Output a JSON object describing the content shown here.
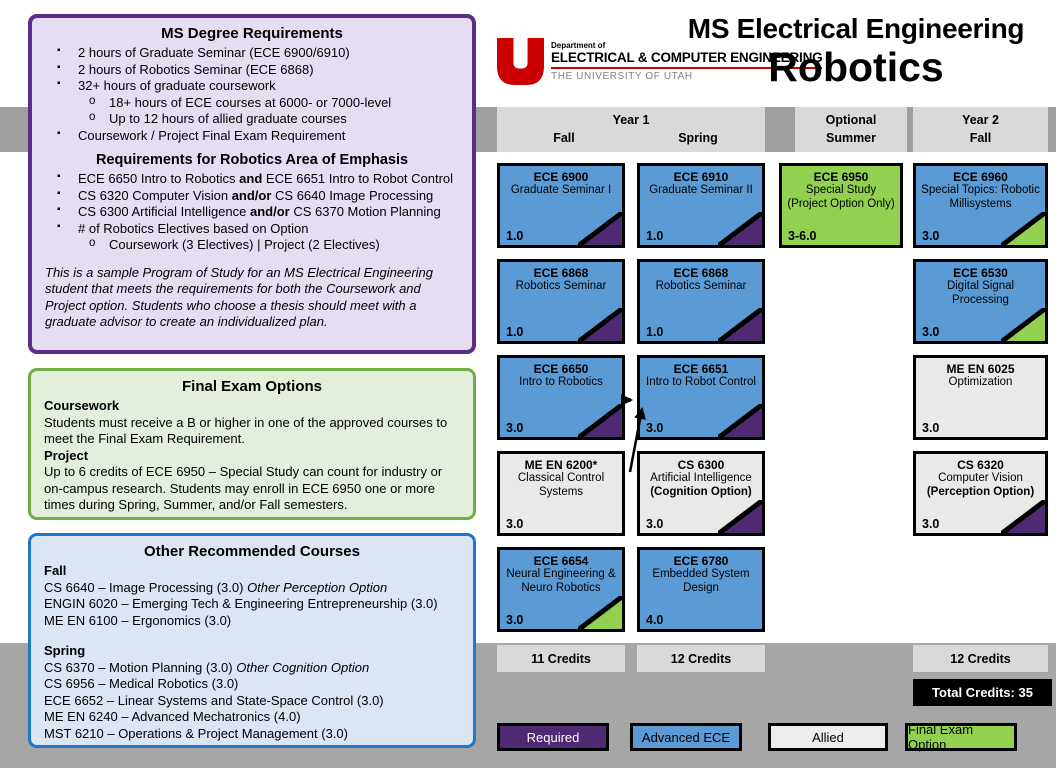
{
  "title": {
    "line1": "MS Electrical Engineering",
    "line2": "Robotics"
  },
  "logo": {
    "department_of": "Department of",
    "dept": "ELECTRICAL & COMPUTER ENGINEERING",
    "university": "THE UNIVERSITY OF UTAH"
  },
  "degree_box": {
    "title": "MS Degree Requirements",
    "items": [
      {
        "text": "2 hours of Graduate Seminar (ECE 6900/6910)"
      },
      {
        "text": "2 hours of Robotics Seminar (ECE 6868)"
      },
      {
        "text": "32+ hours of graduate coursework"
      },
      {
        "text": "18+ hours of ECE courses at 6000- or 7000-level"
      },
      {
        "text": "Up to 12 hours of allied graduate courses"
      },
      {
        "text": "Coursework / Project Final Exam Requirement"
      }
    ],
    "subtitle": "Requirements for Robotics Area of Emphasis",
    "items2": [
      {
        "pre": "ECE 6650 Intro to Robotics ",
        "bold": "and",
        "post": " ECE 6651 Intro to Robot Control"
      },
      {
        "pre": "CS 6320 Computer Vision ",
        "bold": "and/or",
        "post": " CS 6640 Image Processing"
      },
      {
        "pre": "CS 6300 Artificial Intelligence ",
        "bold": "and/or",
        "post": " CS 6370 Motion Planning"
      },
      {
        "pre": "# of Robotics Electives based on Option"
      },
      {
        "pre": "Coursework (3 Electives) | Project (2 Electives)"
      }
    ],
    "note": "This is a sample Program of Study for an MS Electrical Engineering student that meets the requirements for both the Coursework and Project option. Students who choose a thesis should meet with a graduate advisor to create an individualized plan."
  },
  "final_exam_box": {
    "title": "Final Exam Options",
    "coursework_label": "Coursework",
    "coursework_text": "Students must receive a B or higher in one of the approved courses to meet the Final Exam Requirement.",
    "project_label": "Project",
    "project_text": "Up to 6 credits of ECE 6950 – Special Study can count for industry or on-campus research. Students may enroll in ECE 6950 one or more times during Spring, Summer, and/or Fall semesters."
  },
  "other_courses_box": {
    "title": "Other Recommended Courses",
    "fall_label": "Fall",
    "fall": [
      {
        "text": "CS 6640 – Image Processing (3.0) ",
        "italic": "Other Perception Option"
      },
      {
        "text": "ENGIN 6020 – Emerging Tech & Engineering Entrepreneurship (3.0)"
      },
      {
        "text": "ME EN 6100 – Ergonomics (3.0)"
      }
    ],
    "spring_label": "Spring",
    "spring": [
      {
        "text": "CS 6370 – Motion Planning (3.0) ",
        "italic": "Other Cognition Option"
      },
      {
        "text": "CS 6956 – Medical Robotics (3.0)"
      },
      {
        "text": "ECE 6652 – Linear Systems and State-Space Control (3.0)"
      },
      {
        "text": "ME EN 6240 – Advanced Mechatronics (4.0)"
      },
      {
        "text": "MST 6210 – Operations & Project Management (3.0)"
      }
    ]
  },
  "grid": {
    "headers": [
      {
        "top": "Year 1",
        "cols": [
          "Fall",
          "Spring"
        ]
      },
      {
        "top": "Optional",
        "cols": [
          "Summer"
        ]
      },
      {
        "top": "Year 2",
        "cols": [
          "Fall"
        ]
      }
    ],
    "columns": {
      "fall1": [
        {
          "code": "ECE 6900",
          "name": "Graduate Seminar I",
          "credits": "1.0"
        },
        {
          "code": "ECE 6868",
          "name": "Robotics Seminar",
          "credits": "1.0"
        },
        {
          "code": "ECE 6650",
          "name": "Intro to Robotics",
          "credits": "3.0"
        },
        {
          "code": "ME EN 6200*",
          "name": "Classical Control Systems",
          "credits": "3.0"
        },
        {
          "code": "ECE 6654",
          "name": "Neural Engineering & Neuro Robotics",
          "credits": "3.0"
        }
      ],
      "spring1": [
        {
          "code": "ECE 6910",
          "name": "Graduate Seminar II",
          "credits": "1.0"
        },
        {
          "code": "ECE 6868",
          "name": "Robotics Seminar",
          "credits": "1.0"
        },
        {
          "code": "ECE 6651",
          "name": "Intro to Robot Control",
          "credits": "3.0"
        },
        {
          "code": "CS 6300",
          "name": "Artificial Intelligence",
          "name_bold": "(Cognition Option)",
          "credits": "3.0"
        },
        {
          "code": "ECE 6780",
          "name": "Embedded System Design",
          "credits": "4.0"
        }
      ],
      "summer": [
        {
          "code": "ECE 6950",
          "name": "Special Study",
          "name2": "(Project Option Only)",
          "credits": "3-6.0"
        }
      ],
      "fall2": [
        {
          "code": "ECE 6960",
          "name": "Special Topics: Robotic Millisystems",
          "credits": "3.0"
        },
        {
          "code": "ECE 6530",
          "name": "Digital Signal Processing",
          "credits": "3.0"
        },
        {
          "code": "ME EN 6025",
          "name": "Optimization",
          "credits": "3.0"
        },
        {
          "code": "CS 6320",
          "name": "Computer Vision",
          "name_bold": "(Perception Option)",
          "credits": "3.0"
        }
      ]
    },
    "credits_row": [
      "11 Credits",
      "12 Credits",
      "12 Credits"
    ],
    "total": "Total Credits: 35"
  },
  "legend": [
    {
      "label": "Required"
    },
    {
      "label": "Advanced ECE"
    },
    {
      "label": "Allied"
    },
    {
      "label": "Final Exam Option"
    }
  ],
  "colors": {
    "required_purple": "#4f2a72",
    "advanced_blue": "#5b9bd5",
    "allied_gray": "#e9e9e9",
    "final_exam_green": "#92d050",
    "band_gray": "#a6a6a6",
    "header_gray": "#d9d9d9",
    "utah_red": "#cc0000"
  }
}
